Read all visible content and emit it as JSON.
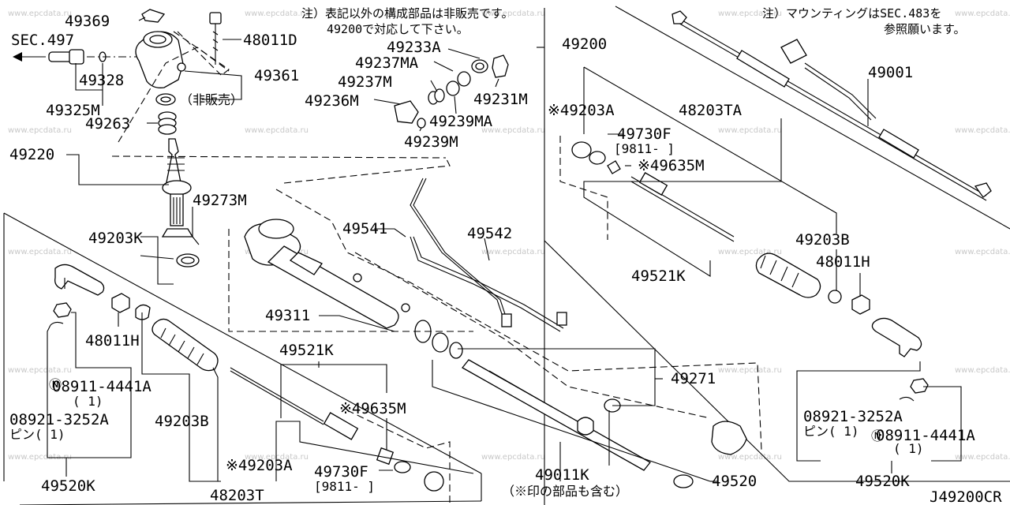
{
  "diagram": {
    "note_top_center": [
      "注）表記以外の構成部品は非販売です。",
      "49200で対応して下さい。"
    ],
    "note_top_right": [
      "注）マウンティングはSEC.483を",
      "参照願います。"
    ],
    "watermark": "www.epcdata.ru",
    "drawing_code": "J49200CR",
    "labels": {
      "l49369": "49369",
      "lsec497": "SEC.497",
      "l48011d": "48011D",
      "l49328": "49328",
      "l49361": "49361",
      "l49325m": "49325M",
      "lnonsale": "（非販売）",
      "l49263": "49263",
      "l49220": "49220",
      "l49273m": "49273M",
      "l49203k": "49203K",
      "l48011h_left": "48011H",
      "l49311": "49311",
      "l08911_left": "08911-4441A",
      "l08911_left_qty": "( 1)",
      "l08921_left": "08921-3252A",
      "l08921_left_sub": "ピン( 1)",
      "l49203b_left": "49203B",
      "l49520k_left": "49520K",
      "l49203a_bottom": "※49203A",
      "l48203t": "48203T",
      "l49521k_bottom": "49521K",
      "l49635m_bottom": "※49635M",
      "l49730f_bottom": "49730F",
      "l9811_bottom": "[9811-    ]",
      "l49233a": "49233A",
      "l49237ma": "49237MA",
      "l49237m": "49237M",
      "l49236m": "49236M",
      "l49231m": "49231M",
      "l49239ma": "49239MA",
      "l49239m": "49239M",
      "l49200": "49200",
      "l49541": "49541",
      "l49542": "49542",
      "l49271": "49271",
      "l49011k": "49011K",
      "l49011k_note": "（※印の部品も含む）",
      "l49520": "49520",
      "l49203a_right": "※49203A",
      "l49730f_right": "49730F",
      "l9811_right": "[9811-    ]",
      "l49635m_right": "※49635M",
      "l48203ta": "48203TA",
      "l49521k_right": "49521K",
      "l49203b_right": "49203B",
      "l48011h_right": "48011H",
      "l49001": "49001",
      "l08921_right": "08921-3252A",
      "l08921_right_sub": "ピン( 1)",
      "l08911_right": "08911-4441A",
      "l08911_right_qty": "( 1)",
      "l49520k_right": "49520K"
    }
  }
}
